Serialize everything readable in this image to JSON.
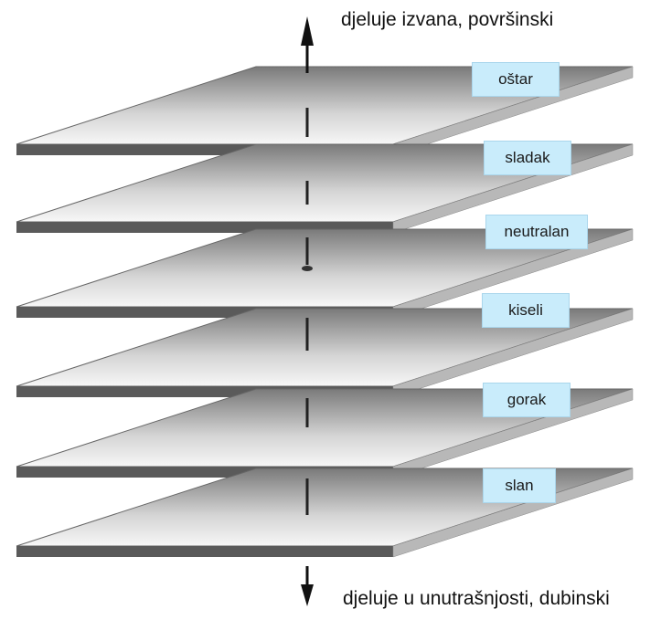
{
  "diagram": {
    "top_caption": "djeluje izvana, površinski",
    "bottom_caption": "djeluje u unutrašnjosti, dubinski",
    "layers": [
      {
        "label": "oštar"
      },
      {
        "label": "sladak"
      },
      {
        "label": "neutralan"
      },
      {
        "label": "kiseli"
      },
      {
        "label": "gorak"
      },
      {
        "label": "slan"
      }
    ]
  }
}
